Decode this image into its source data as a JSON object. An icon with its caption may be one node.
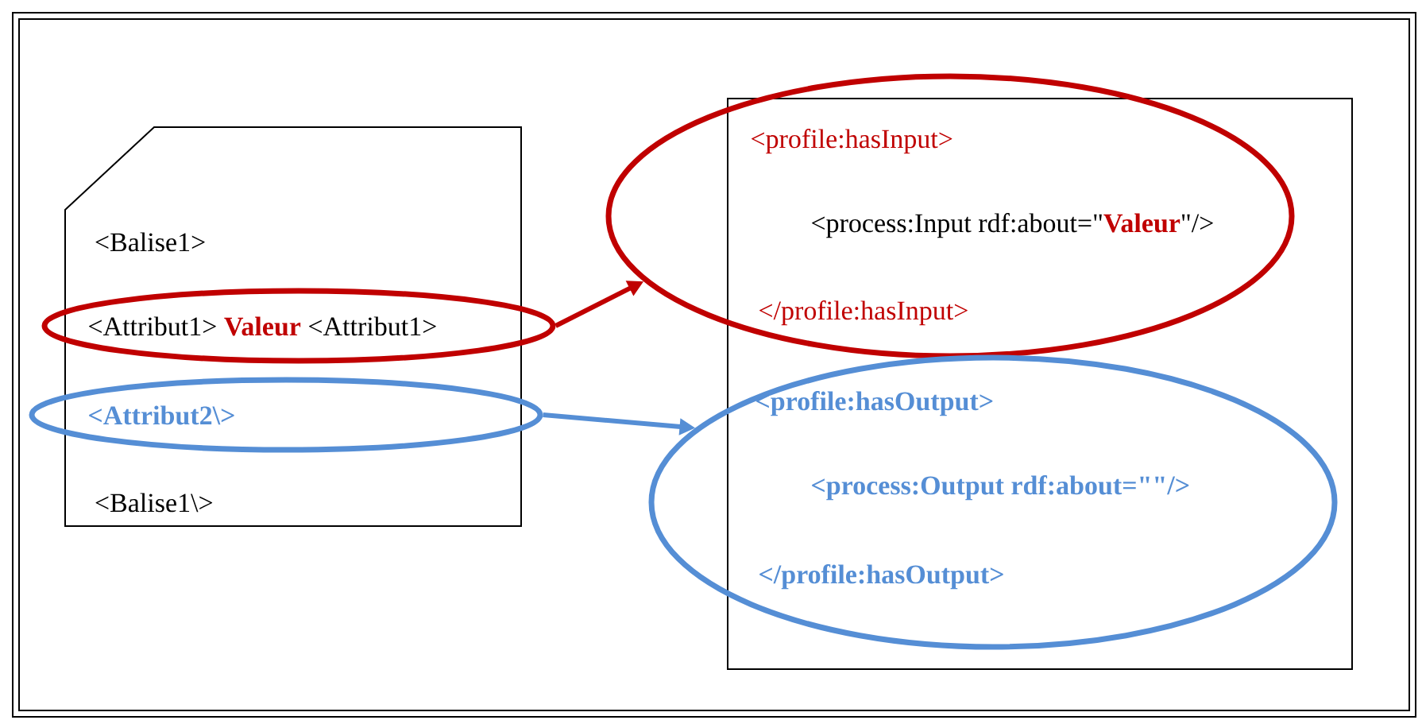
{
  "diagram": {
    "nodes": [
      {
        "text": [
          "<Balise1>",
          "<Balise1\\>"
        ]
      },
      {
        "text": [
          "<Attribut1> **Valeur** <Attribut1>"
        ]
      },
      {
        "text": [
          "<Attribut2\\>"
        ]
      },
      {
        "text": [],
        "shape": "box"
      },
      {
        "text": [
          "<profile:hasInput>",
          "<process:Input rdf:about=\"**Valeur**\"/>",
          "</profile:hasInput>"
        ]
      },
      {
        "text": [
          "<profile:hasOutput>",
          "<process:Output rdf:about=\"\"/>",
          "</profile:hasOutput>"
        ]
      }
    ],
    "edges": [
      {
        "from": 1,
        "to": 4,
        "arrow": "to",
        "color": "#c00000"
      },
      {
        "from": 2,
        "to": 5,
        "arrow": "to",
        "color": "#558ed5"
      }
    ]
  }
}
